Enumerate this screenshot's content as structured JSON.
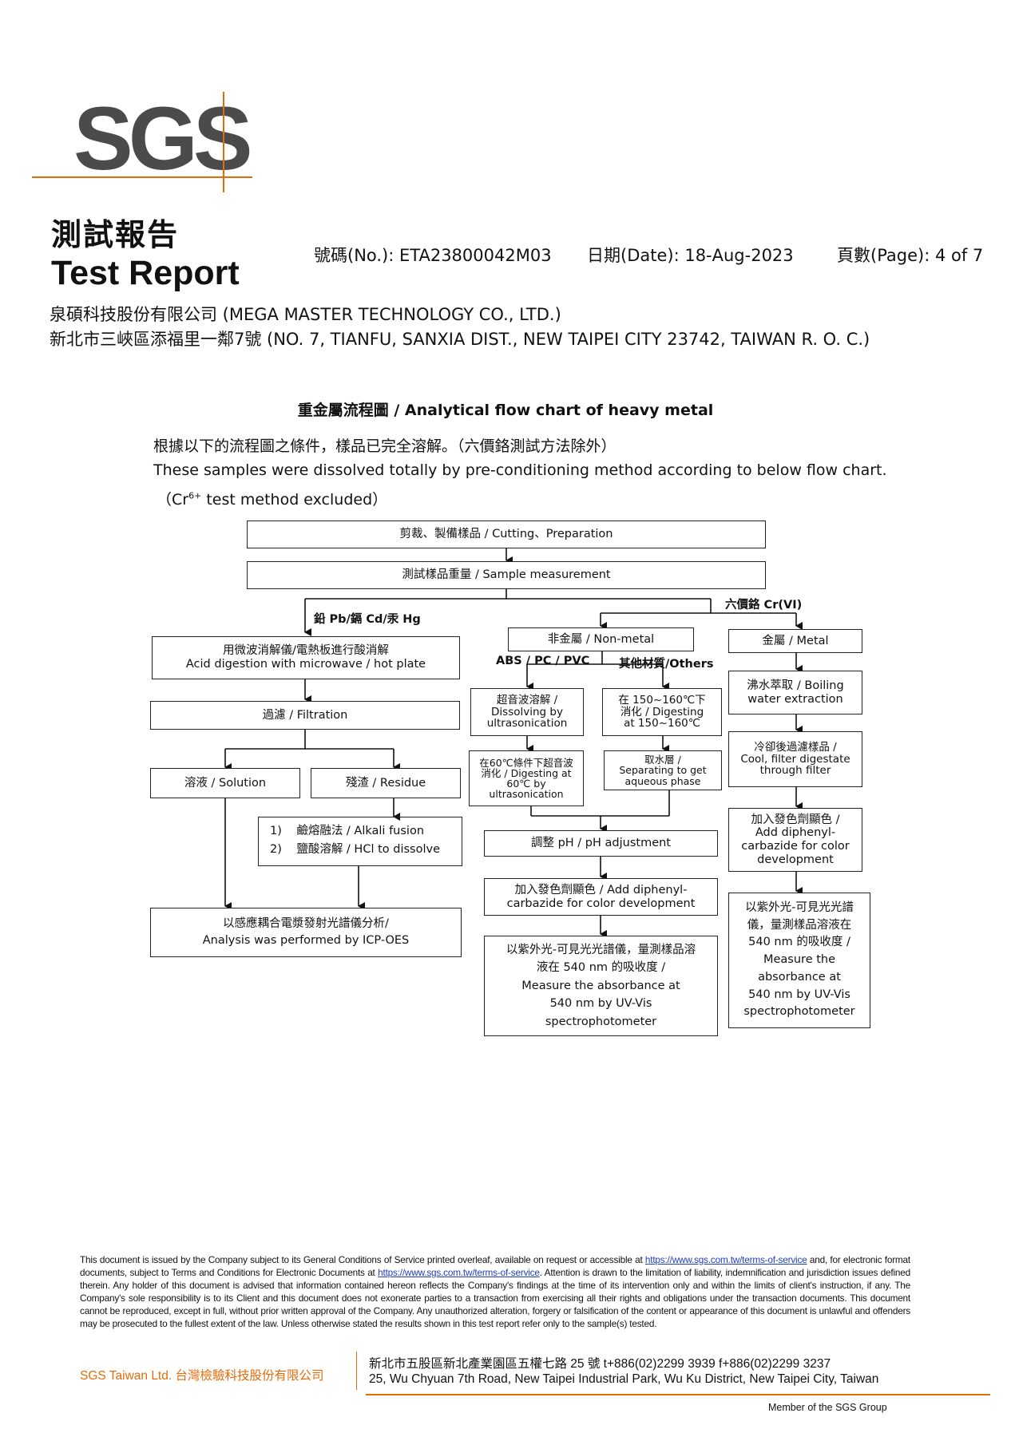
{
  "logo": {
    "text": "SGS",
    "colors": {
      "gray": "#4b4b4b",
      "orange": "#e46c0a"
    }
  },
  "header": {
    "title_zh": "測試報告",
    "title_en": "Test Report",
    "number": "號碼(No.): ETA23800042M03",
    "date": "日期(Date): 18-Aug-2023",
    "page": "頁數(Page): 4 of 7",
    "company": "泉碩科技股份有限公司 (MEGA MASTER TECHNOLOGY CO., LTD.)",
    "address": "新北市三峽區添福里一鄰7號 (NO. 7, TIANFU, SANXIA DIST., NEW TAIPEI CITY 23742, TAIWAN R. O. C.)"
  },
  "section": {
    "title": "重金屬流程圖 / Analytical flow chart of heavy metal",
    "para_zh": "根據以下的流程圖之條件，樣品已完全溶解。（六價鉻測試方法除外）",
    "para_en": "These samples were dissolved totally by pre-conditioning method according to below flow chart.",
    "para_cr_pre": "（Cr",
    "para_cr_sup": "6+",
    "para_cr_post": " test method excluded）"
  },
  "flow": {
    "cutting": "剪裁、製備樣品 / Cutting、Preparation",
    "measurement": "測試樣品重量 / Sample measurement",
    "label_pb": "鉛 Pb/鎘 Cd/汞 Hg",
    "label_cr": "六價鉻 Cr(VI)",
    "acid_l1": "用微波消解儀/電熱板進行酸消解",
    "acid_l2": "Acid digestion with microwave / hot plate",
    "filtration": "過濾 / Filtration",
    "solution": "溶液 / Solution",
    "residue": "殘渣 / Residue",
    "alkali_num": "1)",
    "alkali": "鹼熔融法 / Alkali fusion",
    "hcl_num": "2)",
    "hcl": "鹽酸溶解 / HCl to dissolve",
    "icp_l1": "以感應耦合電漿發射光譜儀分析/",
    "icp_l2": "Analysis was performed by ICP-OES",
    "nonmetal": "非金屬 / Non-metal",
    "label_abs": "ABS / PC / PVC",
    "label_others": "其他材質/Others",
    "ultra_l1": "超音波溶解 /",
    "ultra_l2": "Dissolving by",
    "ultra_l3": "ultrasonication",
    "dig150_l1": "在 150~160℃下",
    "dig150_l2": "消化 / Digesting",
    "dig150_l3": "at 150~160℃",
    "dig60_l1": "在60℃條件下超音波",
    "dig60_l2": "消化 / Digesting at",
    "dig60_l3": "60℃ by",
    "dig60_l4": "ultrasonication",
    "aq_l1": "取水層 /",
    "aq_l2": "Separating to get",
    "aq_l3": "aqueous phase",
    "ph": "調整 pH / pH adjustment",
    "add_l1": "加入發色劑顯色 / Add diphenyl-",
    "add_l2": "carbazide for color development",
    "uv_l1": "以紫外光-可見光光譜儀，量測樣品溶",
    "uv_l2": "液在 540 nm 的吸收度 /",
    "uv_l3": "Measure the absorbance at",
    "uv_l4": "540 nm by UV-Vis",
    "uv_l5": "spectrophotometer",
    "metal": "金屬 / Metal",
    "boil_l1": "沸水萃取 / Boiling",
    "boil_l2": "water extraction",
    "cool_l1": "冷卻後過濾樣品 /",
    "cool_l2": "Cool, filter digestate",
    "cool_l3": "through filter",
    "madd_l1": "加入發色劑顯色 /",
    "madd_l2": "Add diphenyl-",
    "madd_l3": "carbazide for color",
    "madd_l4": "development",
    "muv_l1": "以紫外光-可見光光譜",
    "muv_l2": "儀，量測樣品溶液在",
    "muv_l3": "540 nm 的吸收度 /",
    "muv_l4": "Measure the",
    "muv_l5": "absorbance at",
    "muv_l6": "540 nm by UV-Vis",
    "muv_l7": "spectrophotometer"
  },
  "footer": {
    "d1": "This document is issued by the Company subject to its General Conditions of Service printed overleaf, available on request or accessible at ",
    "link1": "https://www.sgs.com.tw/terms-of-service",
    "d2": " and, for electronic format documents, subject to Terms and Conditions for Electronic Documents at ",
    "link2": "https://www.sgs.com.tw/terms-of-service",
    "d3": ". Attention is drawn to the limitation of liability, indemnification and jurisdiction issues defined therein. Any holder of this document is advised that information contained hereon reflects the Company's findings at the time of its intervention only and within the limits of client's instruction, if any. The Company's sole responsibility is to its Client and this document does not exonerate parties to a transaction from exercising all their rights and obligations under the transaction documents. This document cannot be reproduced, except in full, without prior written approval of the Company. Any unauthorized alteration, forgery or falsification of the content or appearance of this document is unlawful and offenders may be prosecuted to the fullest extent of the law. Unless otherwise stated the results shown in this test report refer only to the sample(s) tested.",
    "company": "SGS Taiwan Ltd.  台灣檢驗科技股份有限公司",
    "addr_zh": "新北市五股區新北產業園區五權七路 25 號   t+886(02)2299 3939      f+886(02)2299 3237",
    "addr_en": "25, Wu Chyuan 7th Road, New Taipei Industrial Park, Wu Ku District, New Taipei City, Taiwan",
    "member": "Member of the SGS Group"
  }
}
